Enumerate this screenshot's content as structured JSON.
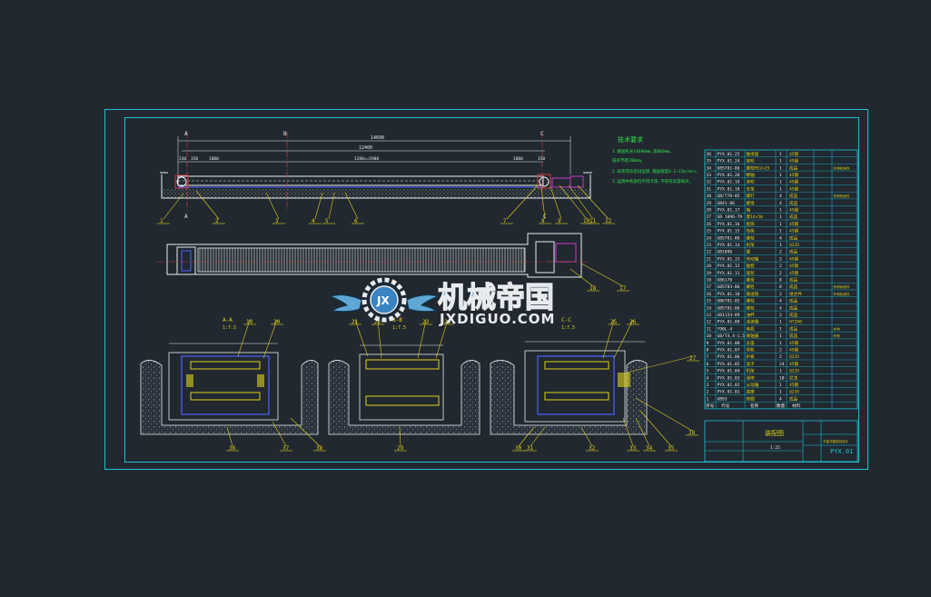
{
  "colors": {
    "background": "#212830",
    "frame": "#19c4d4",
    "drawing_white": "#e9ecef",
    "leader_yellow": "#e0d21a",
    "note_green": "#2fe34a",
    "section_red": "#d33a3a",
    "title_blue": "#4a63ff",
    "watermark_blue": "#5fa8d6"
  },
  "top_view": {
    "section_marks": [
      "A",
      "B",
      "C",
      "A",
      "C"
    ],
    "overall_dim": "14690",
    "sub_dim": "12400",
    "segment_dims": [
      "330",
      "350",
      "1000",
      "1280×=5900",
      "1000",
      "350"
    ]
  },
  "notes": {
    "title": "技术要求",
    "lines": [
      "1.输送机长14690mm,宽800mm。",
      "  链条节距200mm。",
      "2.安装完毕后试运转,输送速度0.1~12m/min。",
      "3.运转中各部位不得卡滞,不得有异常响声。"
    ]
  },
  "balloons": [
    "1",
    "2",
    "3",
    "4",
    "5",
    "6",
    "7",
    "8",
    "9",
    "10",
    "11",
    "12",
    "18",
    "17",
    "21",
    "22",
    "23",
    "24",
    "19",
    "20",
    "25",
    "26",
    "27",
    "28",
    "29",
    "30",
    "31",
    "32",
    "33",
    "34",
    "35",
    "36",
    "37",
    "38"
  ],
  "sections": [
    {
      "title": "A-A",
      "scale": "1:7.5"
    },
    {
      "title": "B-B",
      "scale": "1:7.5"
    },
    {
      "title": "C-C",
      "scale": "1:7.5"
    }
  ],
  "bom": {
    "rows": [
      {
        "no": "36",
        "code": "PYX.01.25",
        "name": "轴承座",
        "qty": "1",
        "mat": "45钢"
      },
      {
        "no": "35",
        "code": "PYX.01.24",
        "name": "链轮",
        "qty": "1",
        "mat": "45钢"
      },
      {
        "no": "34",
        "code": "GB5781-86",
        "name": "螺栓M12×25",
        "qty": "1",
        "mat": "成品"
      },
      {
        "no": "33",
        "code": "PYX.01.20",
        "name": "精轴",
        "qty": "1",
        "mat": "45钢"
      },
      {
        "no": "32",
        "code": "PYX.01.19",
        "name": "滚轮",
        "qty": "1",
        "mat": "45钢"
      },
      {
        "no": "31",
        "code": "PYX.01.18",
        "name": "支架",
        "qty": "1",
        "mat": "45钢"
      },
      {
        "no": "30",
        "code": "GB/T70-85",
        "name": "螺钉",
        "qty": "4",
        "mat": "成品"
      },
      {
        "no": "29",
        "code": "GB41-86",
        "name": "螺母",
        "qty": "4",
        "mat": "成品"
      },
      {
        "no": "28",
        "code": "PYX.01.17",
        "name": "轴",
        "qty": "1",
        "mat": "45钢"
      },
      {
        "no": "27",
        "code": "GB 1096-79",
        "name": "键14×50",
        "qty": "1",
        "mat": "成品"
      },
      {
        "no": "26",
        "code": "PYX.01.16",
        "name": "套筒",
        "qty": "1",
        "mat": "45钢"
      },
      {
        "no": "25",
        "code": "PYX.01.15",
        "name": "挡板",
        "qty": "1",
        "mat": "45钢"
      },
      {
        "no": "24",
        "code": "GB5781-86",
        "name": "螺栓",
        "qty": "4",
        "mat": "成品"
      },
      {
        "no": "23",
        "code": "PYX.01.14",
        "name": "机架",
        "qty": "1",
        "mat": "Q235"
      },
      {
        "no": "22",
        "code": "GB1096",
        "name": "键",
        "qty": "2",
        "mat": "成品"
      },
      {
        "no": "21",
        "code": "PYX.01.13",
        "name": "传动轴",
        "qty": "2",
        "mat": "45钢"
      },
      {
        "no": "20",
        "code": "PYX.01.12",
        "name": "轴套",
        "qty": "2",
        "mat": "45钢"
      },
      {
        "no": "19",
        "code": "PYX.01.11",
        "name": "链轮",
        "qty": "2",
        "mat": "45钢"
      },
      {
        "no": "18",
        "code": "GB6170",
        "name": "螺母",
        "qty": "8",
        "mat": "成品"
      },
      {
        "no": "17",
        "code": "GB5783-86",
        "name": "螺栓",
        "qty": "8",
        "mat": "成品"
      },
      {
        "no": "16",
        "code": "PYX.01.10",
        "name": "输送链",
        "qty": "2",
        "mat": "组合件"
      },
      {
        "no": "15",
        "code": "GB6781-85",
        "name": "螺栓",
        "qty": "4",
        "mat": "成品"
      },
      {
        "no": "14",
        "code": "GB5781-86",
        "name": "螺栓",
        "qty": "4",
        "mat": "成品"
      },
      {
        "no": "13",
        "code": "GB1154-89",
        "name": "油杯",
        "qty": "2",
        "mat": "成品"
      },
      {
        "no": "12",
        "code": "PYX.01.09",
        "name": "减速器",
        "qty": "1",
        "mat": "HT200"
      },
      {
        "no": "11",
        "code": "Y90L-4",
        "name": "电机",
        "qty": "1",
        "mat": "成品"
      },
      {
        "no": "10",
        "code": "GB/T4.4-1.5",
        "name": "联轴器",
        "qty": "1",
        "mat": "成品"
      },
      {
        "no": "9",
        "code": "PYX.01.08",
        "name": "支座",
        "qty": "1",
        "mat": "45钢"
      },
      {
        "no": "8",
        "code": "PYX.01.07",
        "name": "导轨",
        "qty": "2",
        "mat": "45钢"
      },
      {
        "no": "7",
        "code": "PYX.01.06",
        "name": "护板",
        "qty": "2",
        "mat": "Q235"
      },
      {
        "no": "6",
        "code": "PYX.01.05",
        "name": "滚子",
        "qty": "24",
        "mat": "45钢"
      },
      {
        "no": "5",
        "code": "PYX.01.04",
        "name": "机架",
        "qty": "1",
        "mat": "Q235"
      },
      {
        "no": "4",
        "code": "PYX.01.03",
        "name": "滑块",
        "qty": "10",
        "mat": "尼龙"
      },
      {
        "no": "3",
        "code": "PYX.01.02",
        "name": "从动轴",
        "qty": "1",
        "mat": "45钢"
      },
      {
        "no": "2",
        "code": "PYX.01.01",
        "name": "底座",
        "qty": "1",
        "mat": "Q235"
      },
      {
        "no": "1",
        "code": "GB93",
        "name": "垫圈",
        "qty": "4",
        "mat": "成品"
      }
    ],
    "remarks": [
      {
        "row": 2,
        "text": "外购标准件"
      },
      {
        "row": 6,
        "text": "外购标准件"
      },
      {
        "row": 19,
        "text": "外购标准件"
      },
      {
        "row": 20,
        "text": "外购标准件"
      },
      {
        "row": 25,
        "text": "外购"
      },
      {
        "row": 26,
        "text": "外购"
      }
    ],
    "header": {
      "no": "序号",
      "code": "代号",
      "name": "名称",
      "qty": "数量",
      "mat": "材料"
    }
  },
  "title_block": {
    "drawing_name": "装配图",
    "drawing_number": "PYX.01",
    "scale": "1:25",
    "project": "平板式输送机设计"
  },
  "watermark": {
    "cn": "机械帝国",
    "en": "JXDIGUO.COM",
    "badge": "JX"
  }
}
